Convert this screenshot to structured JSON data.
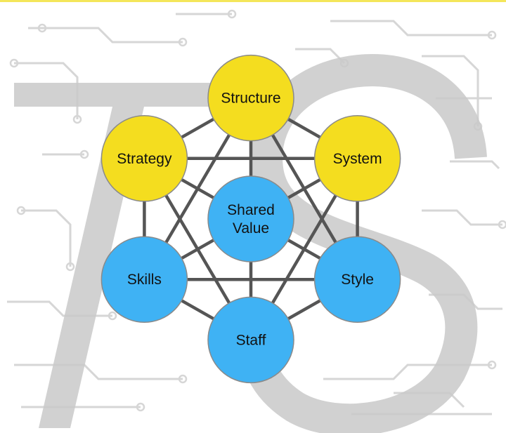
{
  "colors": {
    "yellow_node": "#F4DD1F",
    "blue_node": "#3FB2F4",
    "node_stroke": "#8A8A8A",
    "connector": "#555555",
    "background_art": "#C9C9C9",
    "background_lines": "#D6D6D6",
    "top_strip": "#F4E65A"
  },
  "nodes": [
    {
      "id": "structure",
      "lines": [
        "Structure"
      ],
      "color": "yellow"
    },
    {
      "id": "system",
      "lines": [
        "System"
      ],
      "color": "yellow"
    },
    {
      "id": "style",
      "lines": [
        "Style"
      ],
      "color": "blue"
    },
    {
      "id": "staff",
      "lines": [
        "Staff"
      ],
      "color": "blue"
    },
    {
      "id": "skills",
      "lines": [
        "Skills"
      ],
      "color": "blue"
    },
    {
      "id": "strategy",
      "lines": [
        "Strategy"
      ],
      "color": "yellow"
    },
    {
      "id": "shared-value",
      "lines": [
        "Shared",
        "Value"
      ],
      "color": "blue"
    }
  ],
  "edges": [
    [
      "structure",
      "system"
    ],
    [
      "system",
      "style"
    ],
    [
      "style",
      "staff"
    ],
    [
      "staff",
      "skills"
    ],
    [
      "skills",
      "strategy"
    ],
    [
      "strategy",
      "structure"
    ],
    [
      "structure",
      "style"
    ],
    [
      "structure",
      "staff"
    ],
    [
      "structure",
      "skills"
    ],
    [
      "system",
      "staff"
    ],
    [
      "system",
      "skills"
    ],
    [
      "system",
      "strategy"
    ],
    [
      "style",
      "skills"
    ],
    [
      "style",
      "strategy"
    ],
    [
      "staff",
      "strategy"
    ]
  ],
  "background_art": "7S logo with circuit-board pattern"
}
